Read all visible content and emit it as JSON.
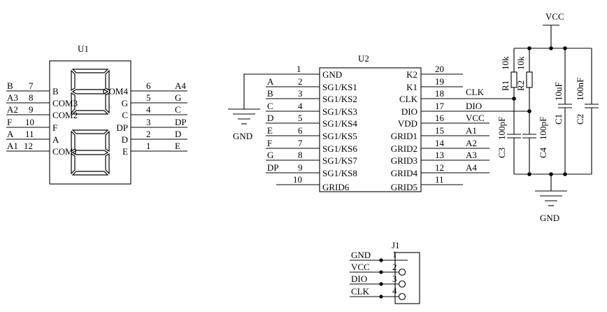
{
  "u1": {
    "ref": "U1",
    "left_pins": [
      {
        "net": "B",
        "num": "7",
        "name": "B"
      },
      {
        "net": "A3",
        "num": "8",
        "name": "COM3"
      },
      {
        "net": "A2",
        "num": "9",
        "name": "COM2"
      },
      {
        "net": "F",
        "num": "10",
        "name": "F"
      },
      {
        "net": "A",
        "num": "11",
        "name": "A"
      },
      {
        "net": "A1",
        "num": "12",
        "name": "COM1"
      }
    ],
    "right_pins": [
      {
        "name": "COM4",
        "num": "6",
        "net": "A4"
      },
      {
        "name": "G",
        "num": "5",
        "net": "G"
      },
      {
        "name": "C",
        "num": "4",
        "net": "C"
      },
      {
        "name": "DP",
        "num": "3",
        "net": "DP"
      },
      {
        "name": "D",
        "num": "2",
        "net": "D"
      },
      {
        "name": "E",
        "num": "1",
        "net": "E"
      }
    ]
  },
  "u2": {
    "ref": "U2",
    "left_pins": [
      {
        "net": "",
        "num": "1",
        "name": "GND"
      },
      {
        "net": "A",
        "num": "2",
        "name": "SG1/KS1"
      },
      {
        "net": "B",
        "num": "3",
        "name": "SG1/KS2"
      },
      {
        "net": "C",
        "num": "4",
        "name": "SG1/KS3"
      },
      {
        "net": "D",
        "num": "5",
        "name": "SG1/KS4"
      },
      {
        "net": "E",
        "num": "6",
        "name": "SG1/KS5"
      },
      {
        "net": "F",
        "num": "7",
        "name": "SG1/KS6"
      },
      {
        "net": "G",
        "num": "8",
        "name": "SG1/KS7"
      },
      {
        "net": "DP",
        "num": "9",
        "name": "SG1/KS8"
      },
      {
        "net": "",
        "num": "10",
        "name": "GRID6"
      }
    ],
    "right_pins": [
      {
        "name": "K2",
        "num": "20",
        "net": ""
      },
      {
        "name": "K1",
        "num": "19",
        "net": ""
      },
      {
        "name": "CLK",
        "num": "18",
        "net": "CLK"
      },
      {
        "name": "DIO",
        "num": "17",
        "net": "DIO"
      },
      {
        "name": "VDD",
        "num": "16",
        "net": "VCC"
      },
      {
        "name": "GRID1",
        "num": "15",
        "net": "A1"
      },
      {
        "name": "GRID2",
        "num": "14",
        "net": "A2"
      },
      {
        "name": "GRID3",
        "num": "13",
        "net": "A3"
      },
      {
        "name": "GRID4",
        "num": "12",
        "net": "A4"
      },
      {
        "name": "GRID5",
        "num": "11",
        "net": ""
      }
    ]
  },
  "power": {
    "vcc": "VCC",
    "gnd_left": "GND",
    "gnd_right": "GND"
  },
  "passives": {
    "r1_ref": "R1",
    "r1_val": "10k",
    "r2_ref": "R2",
    "r2_val": "10k",
    "c1_ref": "C1",
    "c1_val": "10uF",
    "c2_ref": "C2",
    "c2_val": "100nF",
    "c3_ref": "C3",
    "c3_val": "100pF",
    "c4_ref": "C4",
    "c4_val": "100pF"
  },
  "j1": {
    "ref": "J1",
    "pins": [
      {
        "net": "GND",
        "num": "1"
      },
      {
        "net": "VCC",
        "num": "2"
      },
      {
        "net": "DIO",
        "num": "3"
      },
      {
        "net": "CLK",
        "num": "4"
      }
    ]
  }
}
